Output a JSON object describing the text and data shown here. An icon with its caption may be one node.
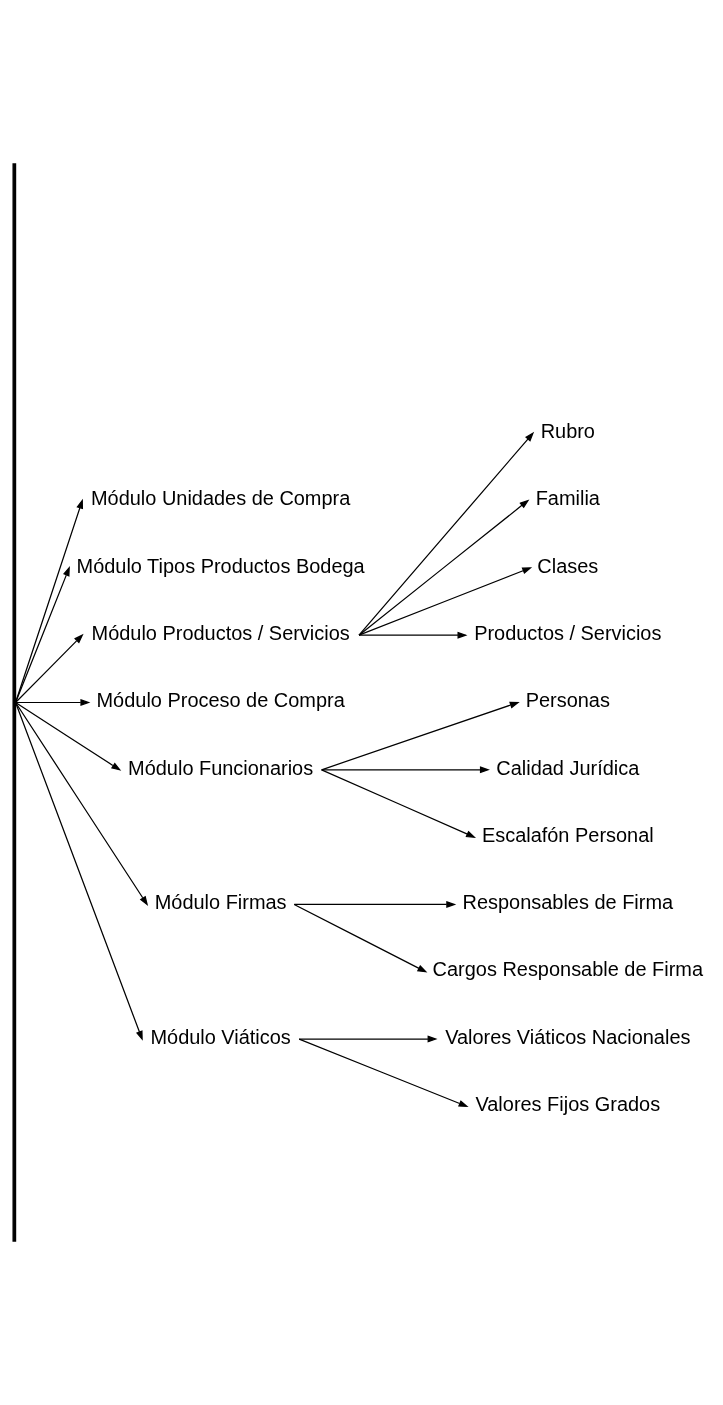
{
  "diagram": {
    "nodes": [
      {
        "text": [],
        "shape": "bar"
      },
      {
        "text": [
          "Módulo Unidades de Compra"
        ]
      },
      {
        "text": [
          "Módulo Tipos Productos Bodega"
        ]
      },
      {
        "text": [
          "Módulo Productos / Servicios"
        ]
      },
      {
        "text": [
          "Rubro"
        ]
      },
      {
        "text": [
          "Familia"
        ]
      },
      {
        "text": [
          "Clases"
        ]
      },
      {
        "text": [
          "Productos / Servicios"
        ]
      },
      {
        "text": [
          "Módulo Proceso de Compra"
        ]
      },
      {
        "text": [
          "Módulo Funcionarios"
        ]
      },
      {
        "text": [
          "Personas"
        ]
      },
      {
        "text": [
          "Calidad Jurídica"
        ]
      },
      {
        "text": [
          "Escalafón Personal"
        ]
      },
      {
        "text": [
          "Módulo Firmas"
        ]
      },
      {
        "text": [
          "Responsables de Firma"
        ]
      },
      {
        "text": [
          "Cargos Responsable de Firma"
        ]
      },
      {
        "text": [
          "Módulo Viáticos"
        ]
      },
      {
        "text": [
          "Valores Viáticos Nacionales"
        ]
      },
      {
        "text": [
          "Valores Fijos Grados"
        ]
      }
    ],
    "edges": [
      {
        "from": 0,
        "to": 1,
        "arrow": "to"
      },
      {
        "from": 0,
        "to": 2,
        "arrow": "to"
      },
      {
        "from": 0,
        "to": 3,
        "arrow": "to"
      },
      {
        "from": 3,
        "to": 4,
        "arrow": "to"
      },
      {
        "from": 3,
        "to": 5,
        "arrow": "to"
      },
      {
        "from": 3,
        "to": 6,
        "arrow": "to"
      },
      {
        "from": 3,
        "to": 7,
        "arrow": "to"
      },
      {
        "from": 0,
        "to": 8,
        "arrow": "to"
      },
      {
        "from": 0,
        "to": 9,
        "arrow": "to"
      },
      {
        "from": 9,
        "to": 10,
        "arrow": "to"
      },
      {
        "from": 9,
        "to": 11,
        "arrow": "to"
      },
      {
        "from": 9,
        "to": 12,
        "arrow": "to"
      },
      {
        "from": 0,
        "to": 13,
        "arrow": "to"
      },
      {
        "from": 13,
        "to": 14,
        "arrow": "to"
      },
      {
        "from": 13,
        "to": 15,
        "arrow": "to"
      },
      {
        "from": 0,
        "to": 16,
        "arrow": "to"
      },
      {
        "from": 16,
        "to": 17,
        "arrow": "to"
      },
      {
        "from": 16,
        "to": 18,
        "arrow": "to"
      }
    ]
  }
}
